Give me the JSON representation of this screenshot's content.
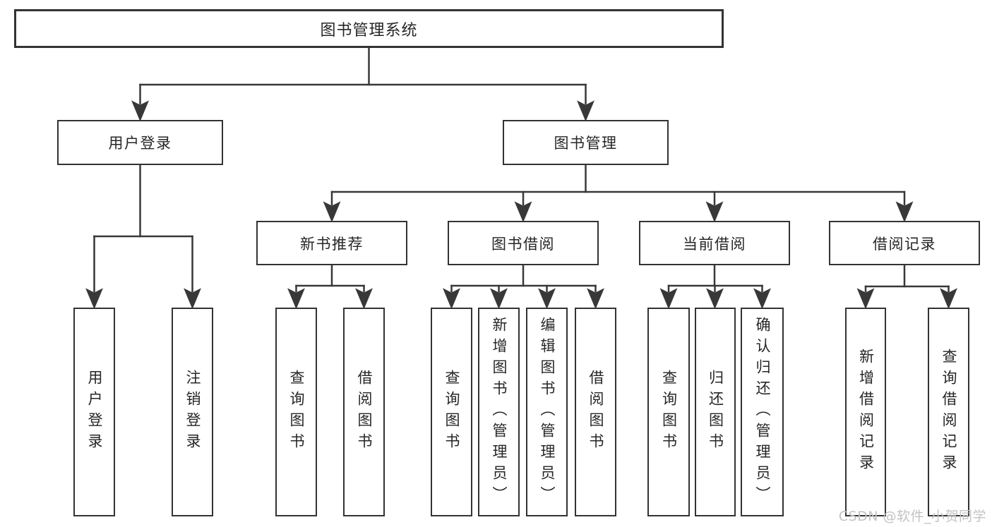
{
  "tree": {
    "root": {
      "label": "图书管理系统",
      "children": [
        {
          "label": "用户登录",
          "children": [
            {
              "label": "用户登录"
            },
            {
              "label": "注销登录"
            }
          ]
        },
        {
          "label": "图书管理",
          "children": [
            {
              "label": "新书推荐",
              "children": [
                {
                  "label": "查询图书"
                },
                {
                  "label": "借阅图书"
                }
              ]
            },
            {
              "label": "图书借阅",
              "children": [
                {
                  "label": "查询图书"
                },
                {
                  "label": "新增图书（管理员）"
                },
                {
                  "label": "编辑图书（管理员）"
                },
                {
                  "label": "借阅图书"
                }
              ]
            },
            {
              "label": "当前借阅",
              "children": [
                {
                  "label": "查询图书"
                },
                {
                  "label": "归还图书"
                },
                {
                  "label": "确认归还（管理员）"
                }
              ]
            },
            {
              "label": "借阅记录",
              "children": [
                {
                  "label": "新增借阅记录"
                },
                {
                  "label": "查询借阅记录"
                }
              ]
            }
          ]
        }
      ]
    }
  },
  "watermark": {
    "text": "CSDN @软件_小贺同学",
    "color": "#c3c3c3"
  },
  "colors": {
    "line": "#383838",
    "box_border": "#333333",
    "box_fill": "#ffffff",
    "text": "#262626",
    "background": "#ffffff"
  }
}
